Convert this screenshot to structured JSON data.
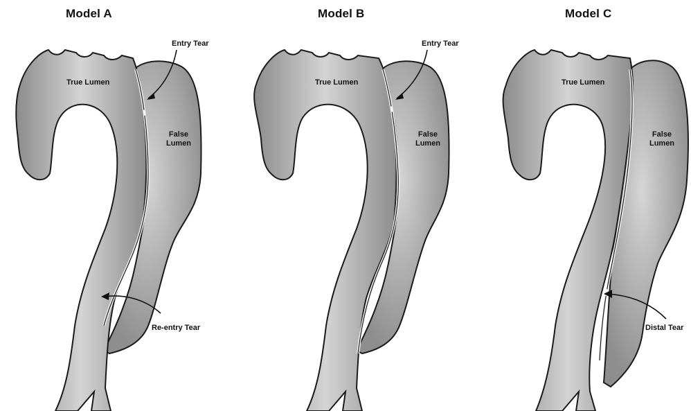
{
  "panels": [
    {
      "title": "Model A",
      "true_lumen": "True Lumen",
      "false_lumen_line1": "False",
      "false_lumen_line2": "Lumen",
      "top_tear": "Entry Tear",
      "bottom_tear": "Re-entry Tear"
    },
    {
      "title": "Model B",
      "true_lumen": "True Lumen",
      "false_lumen_line1": "False",
      "false_lumen_line2": "Lumen",
      "top_tear": "Entry Tear"
    },
    {
      "title": "Model C",
      "true_lumen": "True Lumen",
      "false_lumen_line1": "False",
      "false_lumen_line2": "Lumen",
      "bottom_tear": "Distal Tear"
    }
  ],
  "colors": {
    "lumen_fill": "#a8a8a8",
    "lumen_highlight": "#d2d2d2",
    "outline": "#1a1a1a",
    "wall": "#efefef"
  }
}
